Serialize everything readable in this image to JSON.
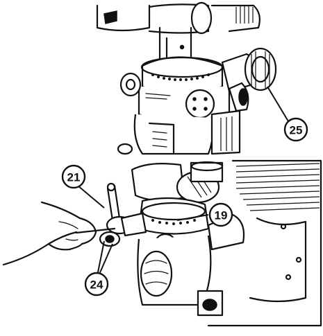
{
  "callouts": {
    "c25": "25",
    "c21": "21",
    "c19": "19",
    "c24": "24"
  }
}
